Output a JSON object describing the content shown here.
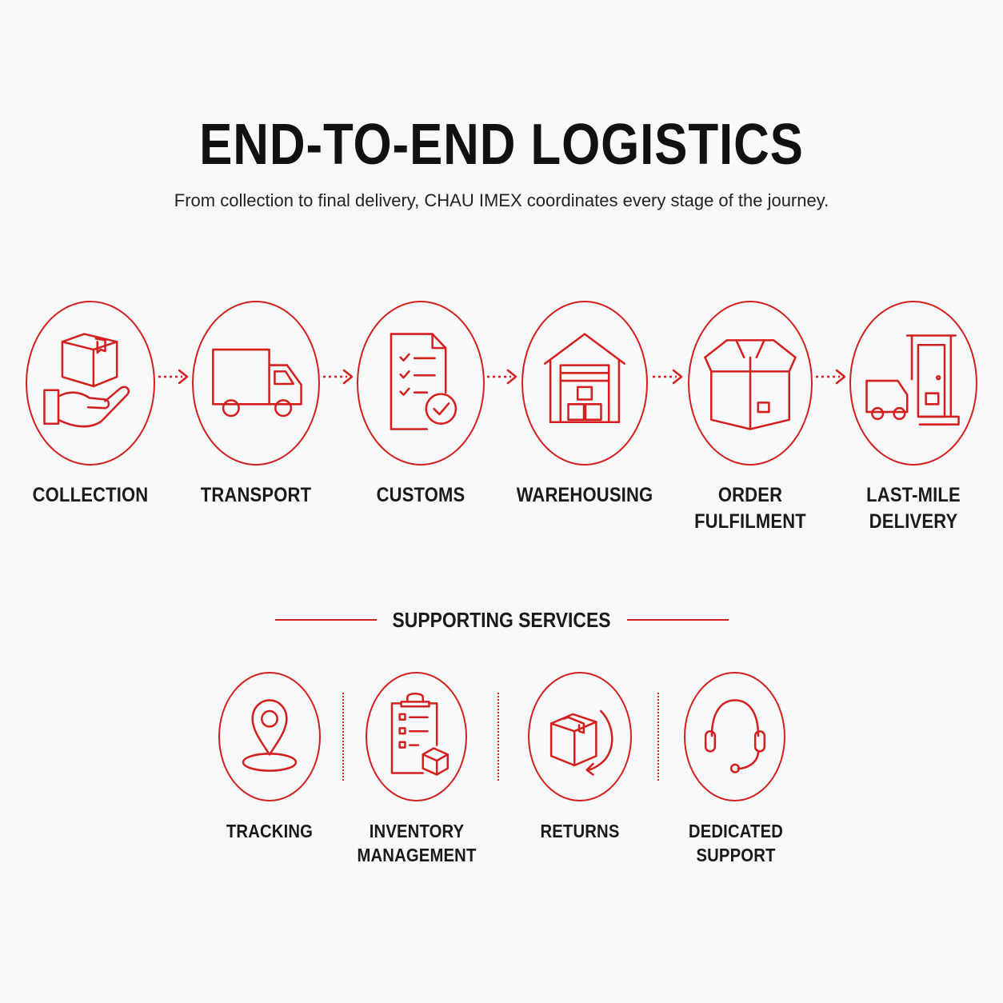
{
  "header": {
    "title": "END-TO-END LOGISTICS",
    "subtitle": "From collection to final delivery, CHAU IMEX coordinates every stage of the journey."
  },
  "accent_color": "#d3201e",
  "steps": [
    {
      "label": "COLLECTION",
      "icon": "hand-holding-box-icon"
    },
    {
      "label": "TRANSPORT",
      "icon": "truck-icon"
    },
    {
      "label": "CUSTOMS",
      "icon": "checklist-document-icon"
    },
    {
      "label": "WAREHOUSING",
      "icon": "warehouse-icon"
    },
    {
      "label": "ORDER FULFILMENT",
      "icon": "open-box-icon"
    },
    {
      "label": "LAST-MILE DELIVERY",
      "icon": "van-door-delivery-icon"
    }
  ],
  "supporting": {
    "title": "SUPPORTING SERVICES",
    "services": [
      {
        "label": "TRACKING",
        "icon": "location-pin-icon"
      },
      {
        "label": "INVENTORY MANAGEMENT",
        "icon": "clipboard-box-icon"
      },
      {
        "label": "RETURNS",
        "icon": "box-return-icon"
      },
      {
        "label": "DEDICATED SUPPORT",
        "icon": "headset-icon"
      }
    ]
  }
}
